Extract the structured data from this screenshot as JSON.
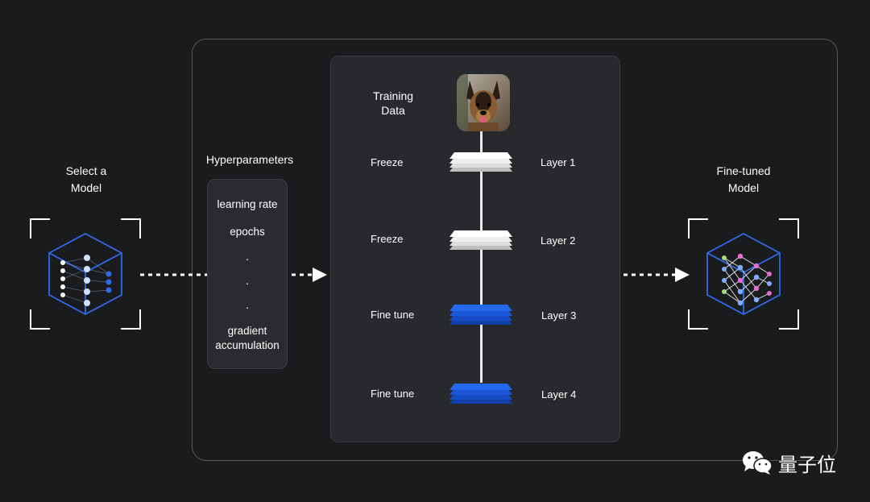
{
  "left_model": {
    "title_line1": "Select a",
    "title_line2": "Model"
  },
  "hyperparameters": {
    "heading": "Hyperparameters",
    "items": [
      "learning rate",
      "epochs"
    ],
    "dots": [
      ".",
      ".",
      "."
    ],
    "last_line1": "gradient",
    "last_line2": "accumulation"
  },
  "training": {
    "label_line1": "Training",
    "label_line2": "Data"
  },
  "layers": [
    {
      "action": "Freeze",
      "name": "Layer 1",
      "state": "frozen"
    },
    {
      "action": "Freeze",
      "name": "Layer 2",
      "state": "frozen"
    },
    {
      "action": "Fine tune",
      "name": "Layer 3",
      "state": "tuned"
    },
    {
      "action": "Fine tune",
      "name": "Layer 4",
      "state": "tuned"
    }
  ],
  "right_model": {
    "title_line1": "Fine-tuned",
    "title_line2": "Model"
  },
  "watermark": {
    "text": "量子位"
  },
  "colors": {
    "background": "#1a1b1d",
    "frozen_layer": "#f2f2f2",
    "tuned_layer": "#1f5fe0",
    "model_outline": "#2f6be8",
    "bracket": "#ffffff"
  },
  "icons": {
    "left": "neural-network-cube-icon",
    "right": "fine-tuned-network-cube-icon",
    "layer": "layer-stack-icon",
    "watermark": "wechat-icon"
  }
}
